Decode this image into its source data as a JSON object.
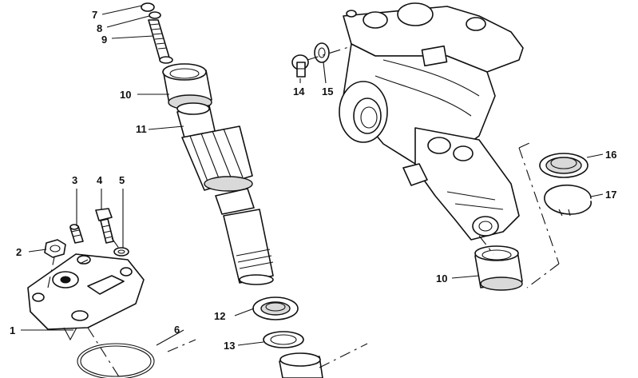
{
  "callouts": {
    "c1": "1",
    "c2": "2",
    "c3": "3",
    "c4": "4",
    "c5": "5",
    "c6": "6",
    "c7": "7",
    "c8": "8",
    "c9": "9",
    "c10a": "10",
    "c10b": "10",
    "c11": "11",
    "c12": "12",
    "c13": "13",
    "c14": "14",
    "c15": "15",
    "c16": "16",
    "c17": "17"
  },
  "colors": {
    "ink": "#111111",
    "paper": "#ffffff",
    "shade": "#d9d9d9"
  }
}
